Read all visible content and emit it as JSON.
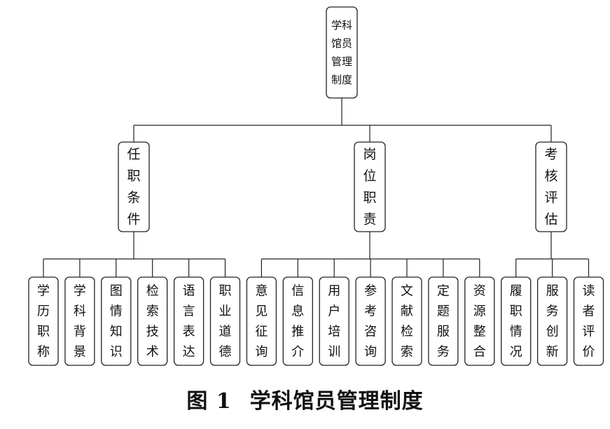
{
  "caption": {
    "figure_number": "图 1",
    "title": "学科馆员管理制度"
  },
  "tree": {
    "label": "学科馆员管理制度",
    "children": [
      {
        "label": "任职条件",
        "children": [
          {
            "label": "学历职称"
          },
          {
            "label": "学科背景"
          },
          {
            "label": "图情知识"
          },
          {
            "label": "检索技术"
          },
          {
            "label": "语言表达"
          },
          {
            "label": "职业道德"
          }
        ]
      },
      {
        "label": "岗位职责",
        "children": [
          {
            "label": "意见征询"
          },
          {
            "label": "信息推介"
          },
          {
            "label": "用户培训"
          },
          {
            "label": "参考咨询"
          },
          {
            "label": "文献检索"
          },
          {
            "label": "定题服务"
          },
          {
            "label": "资源整合"
          }
        ]
      },
      {
        "label": "考核评估",
        "children": [
          {
            "label": "履职情况"
          },
          {
            "label": "服务创新"
          },
          {
            "label": "读者评价"
          }
        ]
      }
    ]
  }
}
